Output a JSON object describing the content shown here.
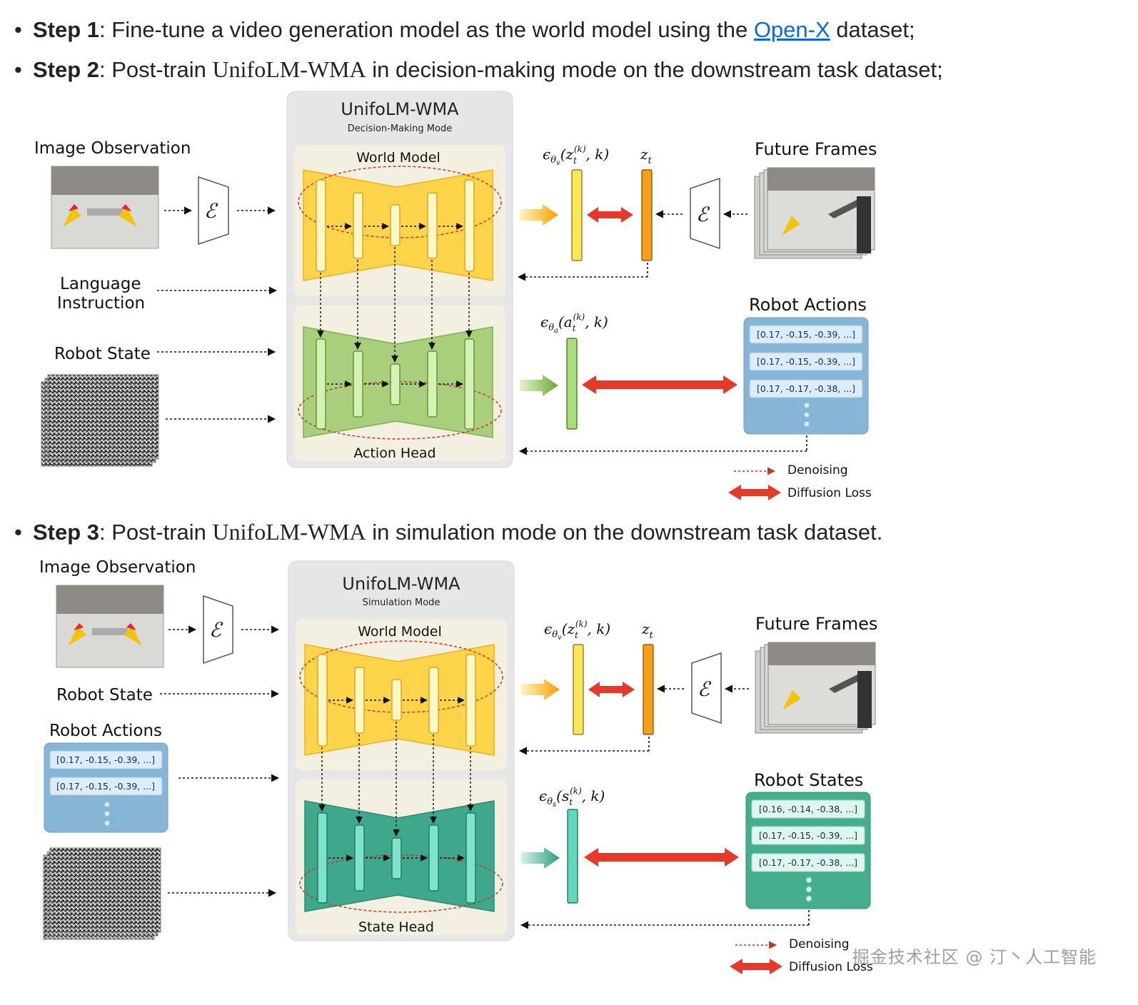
{
  "steps": [
    {
      "label": "Step 1",
      "text_before": ": Fine-tune a video generation model as the world model using the ",
      "link": "Open-X",
      "text_after": " dataset;"
    },
    {
      "label": "Step 2",
      "text_before": ": Post-train ",
      "model": "UnifoLM-WMA",
      "text_after": " in decision-making mode on the downstream task dataset;"
    },
    {
      "label": "Step 3",
      "text_before": ": Post-train ",
      "model": "UnifoLM-WMA",
      "text_after": " in simulation mode on the downstream task dataset."
    }
  ],
  "diagram1": {
    "title": "UnifoLM-WMA",
    "mode": "Decision-Making Mode",
    "world_model": "World Model",
    "head": "Action Head",
    "inputs": {
      "image": "Image Observation",
      "language": "Language\nInstruction",
      "language_l1": "Language",
      "language_l2": "Instruction",
      "state": "Robot State"
    },
    "future_frames": "Future Frames",
    "output_title": "Robot Actions",
    "output_rows": [
      "[0.17, -0.15, -0.39, ...]",
      "[0.17, -0.15, -0.39, ...]",
      "[0.17, -0.17, -0.38, ...]"
    ],
    "legend": {
      "denoising": "Denoising",
      "loss": "Diffusion Loss"
    }
  },
  "diagram2": {
    "title": "UnifoLM-WMA",
    "mode": "Simulation Mode",
    "world_model": "World Model",
    "head": "State Head",
    "inputs": {
      "image": "Image Observation",
      "state": "Robot State",
      "actions": "Robot Actions"
    },
    "input_actions_rows": [
      "[0.17, -0.15, -0.39, ...]",
      "[0.17, -0.15, -0.39, ...]"
    ],
    "future_frames": "Future Frames",
    "output_title": "Robot States",
    "output_rows": [
      "[0.16, -0.14, -0.38, ...]",
      "[0.17, -0.15, -0.39, ...]",
      "[0.17, -0.17, -0.38, ...]"
    ],
    "legend": {
      "denoising": "Denoising",
      "loss": "Diffusion Loss"
    }
  },
  "math": {
    "eps": "ϵ",
    "z": "z",
    "a": "a",
    "s": "s",
    "k": "(k)",
    "sub_v": "v",
    "sub_a": "a",
    "sub_s": "s",
    "encoder": "ℰ",
    "zt_sub": "t"
  },
  "colors": {
    "yellow": "#fdd44a",
    "green": "#a9cf7c",
    "teal": "#3fa88c",
    "loss": "#e53a2a",
    "denoise": "#c0392b",
    "panel": "#e6e6e6",
    "blue_box": "#87b5d6",
    "teal_box": "#45ae8f"
  },
  "watermark": "掘金技术社区 @ 汀丶人工智能"
}
